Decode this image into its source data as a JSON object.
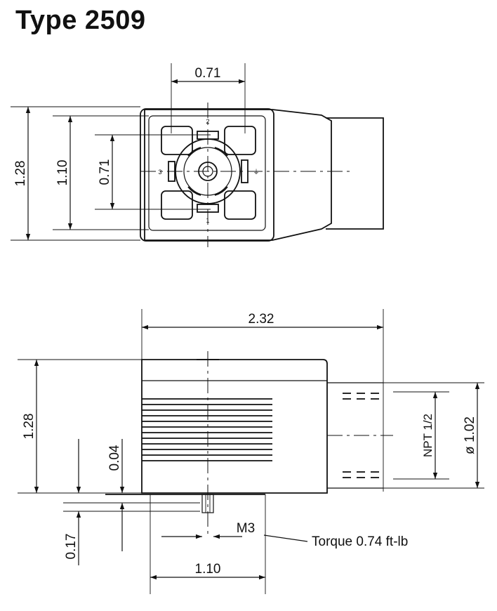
{
  "title": "Type 2509",
  "top_view": {
    "dim_top_width": "0.71",
    "dim_height_outer": "1.28",
    "dim_height_inner": "1.10",
    "dim_pin_spacing": "0.71",
    "pin_labels": {
      "top": "2",
      "left": "3",
      "bottom": "1",
      "right": "⏚"
    }
  },
  "side_view": {
    "dim_overall_length": "2.32",
    "dim_height": "1.28",
    "dim_offset_small": "0.04",
    "dim_offset_bottom": "0.17",
    "dim_base_width": "1.10",
    "thread_label": "NPT 1/2",
    "diameter_label": "ø 1.02",
    "screw_label": "M3",
    "torque_label": "Torque 0.74 ft-lb"
  }
}
